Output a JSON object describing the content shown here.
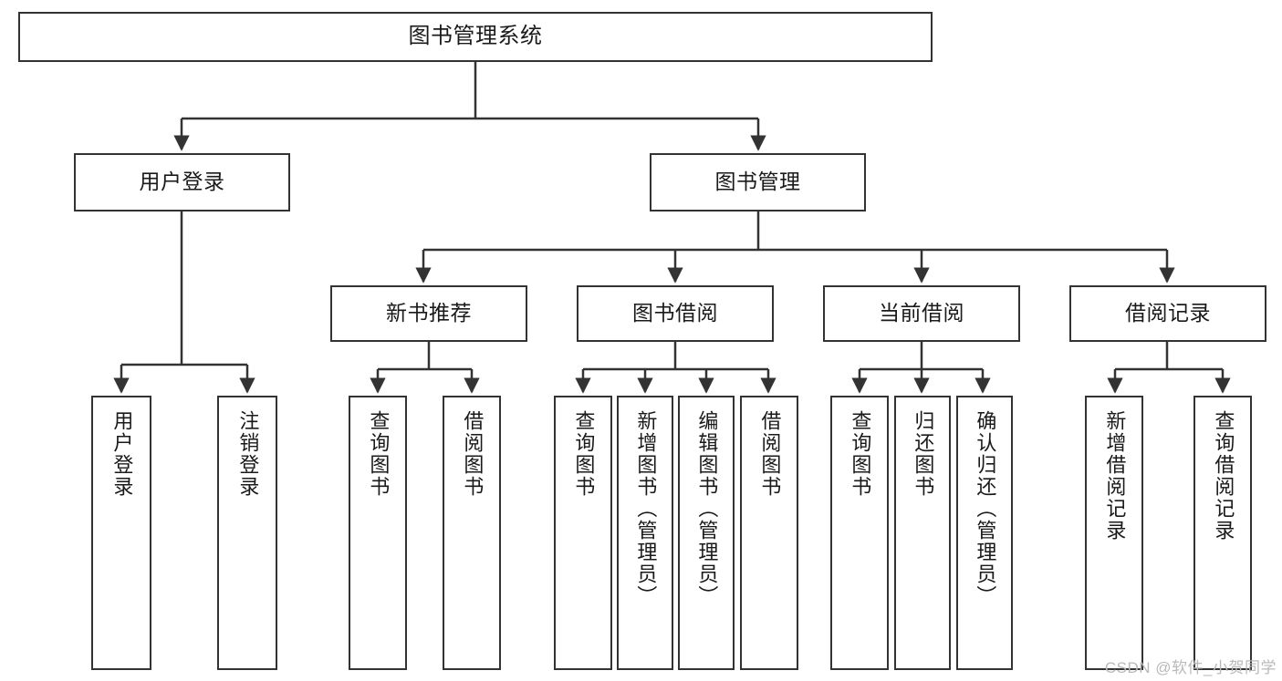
{
  "diagram": {
    "type": "tree-hierarchy",
    "title": "图书管理系统",
    "watermark": "CSDN @软件_小贺同学",
    "colors": {
      "box_border": "#333333",
      "box_fill": "#ffffff",
      "connector": "#333333",
      "text": "#1a1a1a",
      "watermark": "#b9b9b9",
      "background": "#ffffff"
    },
    "nodes": {
      "root": {
        "label": "图书管理系统"
      },
      "level2": [
        {
          "id": "user-login",
          "label": "用户登录"
        },
        {
          "id": "book-manage",
          "label": "图书管理"
        }
      ],
      "level3": [
        {
          "id": "new-book-recommend",
          "label": "新书推荐"
        },
        {
          "id": "book-borrow",
          "label": "图书借阅"
        },
        {
          "id": "current-borrow",
          "label": "当前借阅"
        },
        {
          "id": "borrow-record",
          "label": "借阅记录"
        }
      ],
      "leaves": {
        "user_login": [
          {
            "id": "leaf-user-login",
            "label": "用户登录"
          },
          {
            "id": "leaf-logout",
            "label": "注销登录"
          }
        ],
        "new_book_recommend": [
          {
            "id": "leaf-query-book-1",
            "label": "查询图书"
          },
          {
            "id": "leaf-borrow-book-1",
            "label": "借阅图书"
          }
        ],
        "book_borrow": [
          {
            "id": "leaf-query-book-2",
            "label": "查询图书"
          },
          {
            "id": "leaf-add-book",
            "label": "新增图书（管理员）"
          },
          {
            "id": "leaf-edit-book",
            "label": "编辑图书（管理员）"
          },
          {
            "id": "leaf-borrow-book-2",
            "label": "借阅图书"
          }
        ],
        "current_borrow": [
          {
            "id": "leaf-query-book-3",
            "label": "查询图书"
          },
          {
            "id": "leaf-return-book",
            "label": "归还图书"
          },
          {
            "id": "leaf-confirm-return",
            "label": "确认归还（管理员）"
          }
        ],
        "borrow_record": [
          {
            "id": "leaf-add-record",
            "label": "新增借阅记录"
          },
          {
            "id": "leaf-query-record",
            "label": "查询借阅记录"
          }
        ]
      }
    }
  }
}
